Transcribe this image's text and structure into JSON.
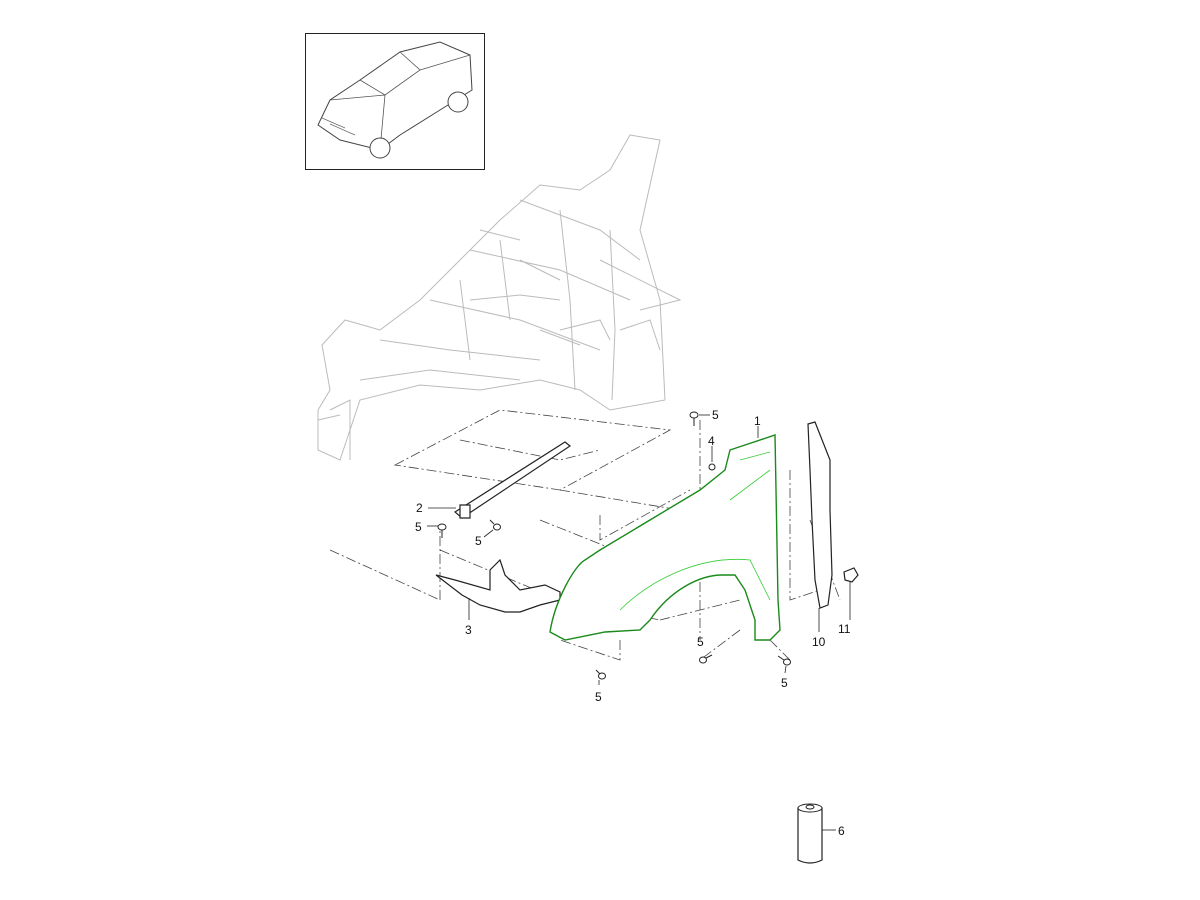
{
  "diagram": {
    "callouts": {
      "fender": "1",
      "support_rail": "2",
      "bracket": "3",
      "clip": "4",
      "screw_top": "5",
      "screw_left": "5",
      "screw_rail": "5",
      "screw_bottom_left": "5",
      "screw_bottom_mid": "5",
      "screw_bottom_right": "5",
      "sealant_tube": "6",
      "seal_strip": "10",
      "plug": "11"
    },
    "colors": {
      "highlight": "#1a8a1a",
      "line": "#222222",
      "background_frame": "#bbbbbb"
    }
  }
}
